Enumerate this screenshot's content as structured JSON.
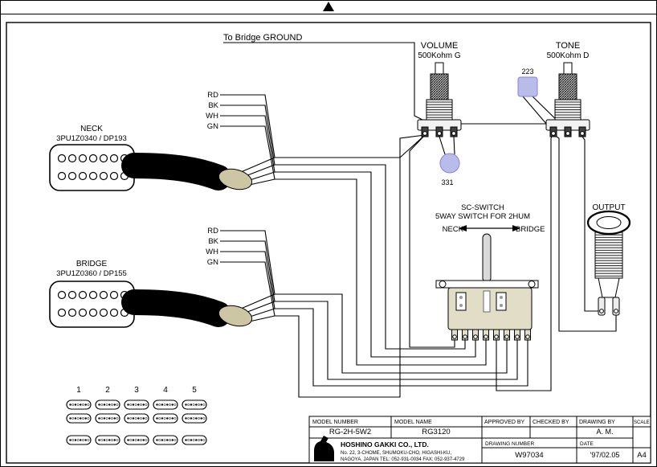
{
  "colors": {
    "cap_fill": "#b9bce8",
    "cap_stroke": "#8486d6",
    "cable_tip": "#cdc6a4",
    "switch_body": "#e2ddc6",
    "lever_fill": "#d9d9d9"
  },
  "top": {
    "bridge_ground_label": "To Bridge GROUND"
  },
  "volume_pot": {
    "title": "VOLUME",
    "spec": "500Kohm G"
  },
  "tone_pot": {
    "title": "TONE",
    "spec": "500Kohm D"
  },
  "capacitors": {
    "c223_label": "223",
    "c331_label": "331"
  },
  "neck_pickup": {
    "title": "NECK",
    "part_number": "3PU1Z0340 / DP193",
    "wire_labels": [
      "RD",
      "BK",
      "WH",
      "GN"
    ]
  },
  "bridge_pickup": {
    "title": "BRIDGE",
    "part_number": "3PU1Z0360 / DP155",
    "wire_labels": [
      "RD",
      "BK",
      "WH",
      "GN"
    ]
  },
  "selector_switch": {
    "title": "SC-SWITCH",
    "subtitle": "5WAY SWITCH FOR 2HUM",
    "left_label": "NECK",
    "right_label": "BRIDGE"
  },
  "output_jack": {
    "title": "OUTPUT"
  },
  "switch_positions": [
    "1",
    "2",
    "3",
    "4",
    "5"
  ],
  "title_block": {
    "model_number_header": "MODEL NUMBER",
    "model_number": "RG-2H-5W2",
    "model_name_header": "MODEL NAME",
    "model_name": "RG3120",
    "approved_by_header": "APPROVED BY",
    "checked_by_header": "CHECKED BY",
    "drawing_by_header": "DRAWING BY",
    "drawing_by": "A. M.",
    "scale_header": "SCALE",
    "company_name": "HOSHINO GAKKI CO., LTD.",
    "address_line1": "No. 22, 3-CHOME, SHUMOKU-CHO, HIGASHI-KU,",
    "address_line2": "NAGOYA, JAPAN  TEL: 052-931-0034  FAX: 052-937-4729",
    "drawing_number_header": "DRAWING NUMBER",
    "drawing_number": "W97034",
    "date_header": "DATE",
    "date": "'97/02.05",
    "paper_size": "A4"
  }
}
